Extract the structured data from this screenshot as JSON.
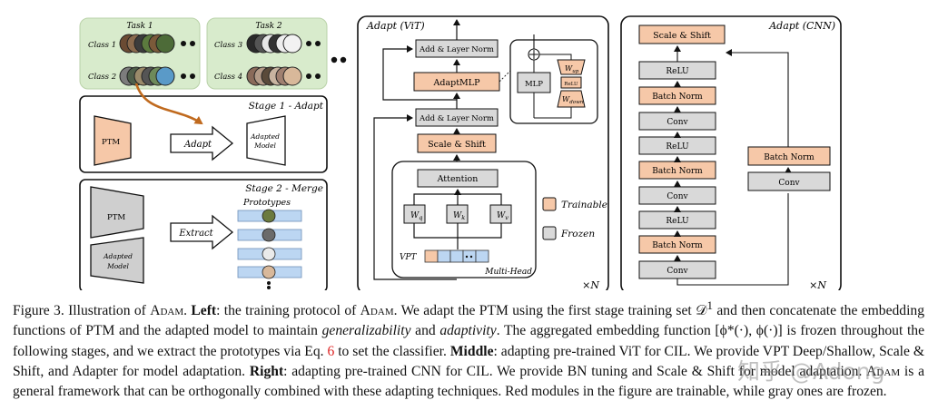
{
  "left": {
    "task1_title": "Task 1",
    "task2_title": "Task 2",
    "class1": "Class 1",
    "class2": "Class 2",
    "class3": "Class 3",
    "class4": "Class 4",
    "stage1_title": "Stage 1 - Adapt",
    "stage2_title": "Stage 2 - Merge",
    "ptm": "PTM",
    "adapt_arrow": "Adapt",
    "adapted_model_line1": "Adapted",
    "adapted_model_line2": "Model",
    "extract_arrow": "Extract",
    "prototypes": "Prototypes"
  },
  "vit": {
    "title": "Adapt (ViT)",
    "add_norm_top": "Add & Layer Norm",
    "adapt_mlp": "AdaptMLP",
    "add_norm_bottom": "Add & Layer Norm",
    "scale_shift": "Scale & Shift",
    "attention": "Attention",
    "wq": "W",
    "wq_sub": "q",
    "wk": "W",
    "wk_sub": "k",
    "wv": "W",
    "wv_sub": "v",
    "vpt": "VPT",
    "multihead": "Multi-Head",
    "mlp": "MLP",
    "wup": "W",
    "wup_sub": "up",
    "relu_small": "ReLU",
    "wdown": "W",
    "wdown_sub": "down",
    "repeat": "×N"
  },
  "legend": {
    "trainable": "Trainable",
    "frozen": "Frozen"
  },
  "cnn": {
    "title": "Adapt (CNN)",
    "scale_shift": "Scale & Shift",
    "relu": "ReLU",
    "batch_norm": "Batch Norm",
    "conv": "Conv",
    "repeat": "×N"
  },
  "colors": {
    "trainable": "#f6c8a8",
    "frozen": "#d9d9d9",
    "task_bg": "#d8ebcc",
    "arrow_orange": "#c06a1e",
    "proto_blue": "#bcd6f2"
  },
  "caption": {
    "fig_label": "Figure 3. Illustration of ",
    "adam": "Adam",
    "p1": ". ",
    "left_bold": "Left",
    "p2": ": the training protocol of ",
    "p3": ". We adapt the PTM using the first stage training set 𝒟",
    "sup1": "1",
    "p4": " and then concatenate the embedding functions of PTM and the adapted model to maintain ",
    "generalizability": "generalizability",
    "p5": " and ",
    "adaptivity": "adaptivity",
    "p6": ". The aggregated embedding function [ϕ*(·), ϕ(·)] is frozen throughout the following stages, and we extract the prototypes via Eq. ",
    "eq": "6",
    "p7": " to set the classifier. ",
    "middle_bold": "Middle",
    "p8": ": adapting pre-trained ViT for CIL. We provide VPT Deep/Shallow, Scale & Shift, and Adapter for model adaptation. ",
    "right_bold": "Right",
    "p9": ": adapting pre-trained CNN for CIL. We provide BN tuning and Scale & Shift for model adaptation. ",
    "p10": " is a general framework that can be orthogonally combined with these adapting techniques. Red modules in the figure are trainable, while gray ones are frozen."
  },
  "watermark": "知乎 @Adong"
}
